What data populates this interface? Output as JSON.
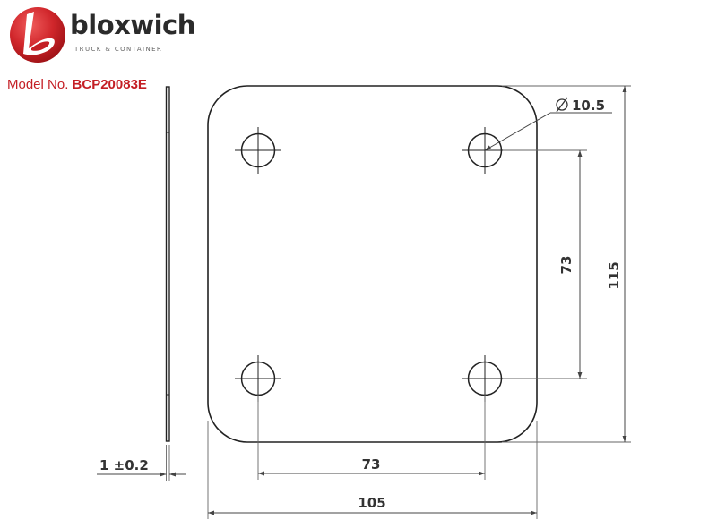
{
  "brand": {
    "name": "bloxwich",
    "tagline": "TRUCK & CONTAINER",
    "logo_icon": "bloxwich-b-logo",
    "accent_color": "#c41e24"
  },
  "model": {
    "label": "Model No.",
    "code": "BCP20083E"
  },
  "dimensions": {
    "hole_diameter": "10.5",
    "hole_pitch_vertical": "73",
    "height": "115",
    "hole_pitch_horizontal": "73",
    "width": "105",
    "thickness": "1 ±0.2"
  }
}
